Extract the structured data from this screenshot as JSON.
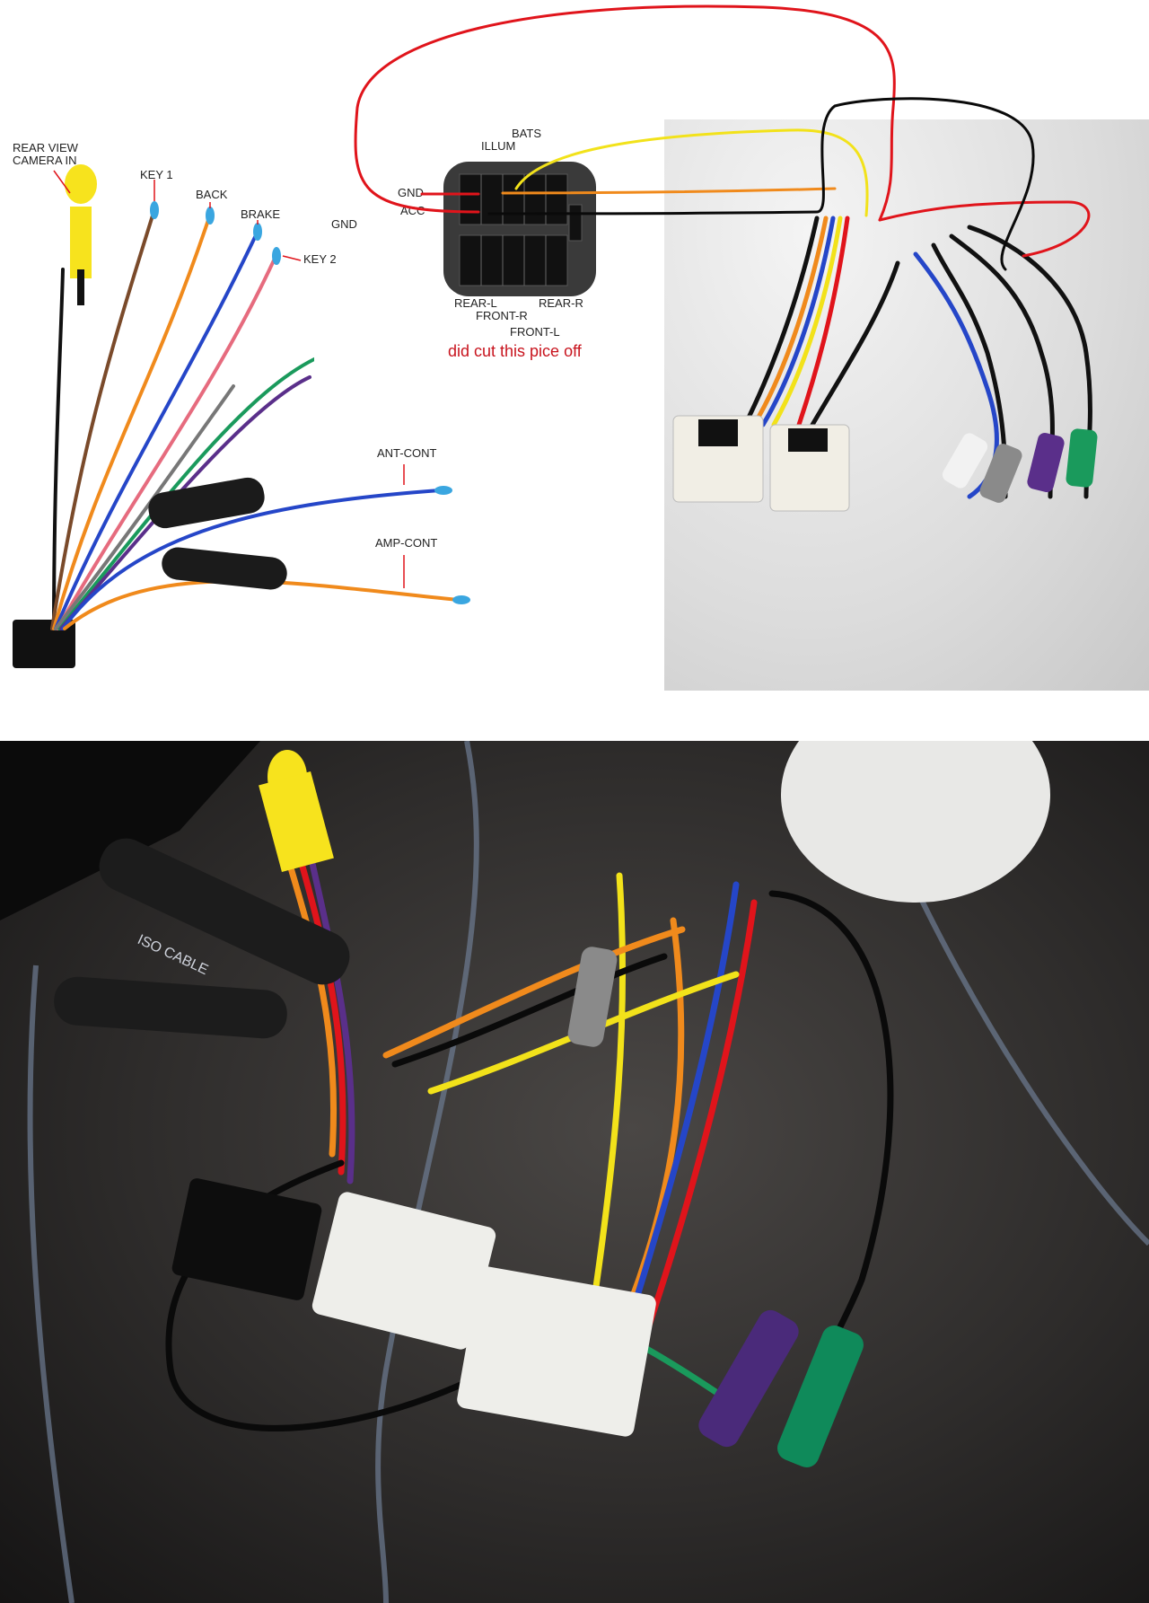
{
  "harness_diagram": {
    "labels": {
      "rear_view_camera_in": "REAR VIEW\nCAMERA IN",
      "key1": "KEY 1",
      "back": "BACK",
      "brake": "BRAKE",
      "key2": "KEY 2",
      "gnd_side": "GND",
      "ant_cont": "ANT-CONT",
      "amp_cont": "AMP-CONT",
      "iso_cable": "ISO CABLE"
    },
    "connector": {
      "bats": "BATS",
      "illum": "ILLUM",
      "gnd": "GND",
      "acc": "ACC",
      "rear_l": "REAR-L",
      "front_r": "FRONT-R",
      "rear_r": "REAR-R",
      "front_l": "FRONT-L",
      "note": "did cut this pice off"
    }
  },
  "colors": {
    "wire_red": "#e0141b",
    "wire_black": "#0a0a0a",
    "wire_yellow": "#f2e21a",
    "wire_orange": "#f08a1c",
    "wire_blue": "#2546c8",
    "wire_green": "#1a9a5c",
    "wire_purple": "#5a2f8a",
    "wire_brown": "#7a4a2a",
    "rca_yellow": "#f7e31d",
    "note_red": "#c8141e"
  },
  "icons": [
    "rca-plug-icon",
    "connector-plug-icon",
    "bullet-connector-icon"
  ]
}
